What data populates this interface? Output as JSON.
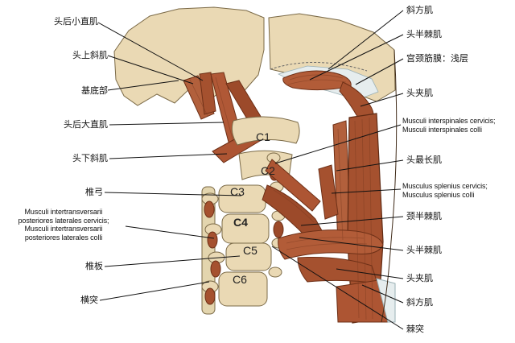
{
  "diagram": {
    "left_labels": [
      {
        "id": "rectus-capitis-posterior-minor",
        "text": "头后小直肌"
      },
      {
        "id": "obliquus-capitis-superior",
        "text": "头上斜肌"
      },
      {
        "id": "basilar-part",
        "text": "基底部"
      },
      {
        "id": "rectus-capitis-posterior-major",
        "text": "头后大直肌"
      },
      {
        "id": "obliquus-capitis-inferior",
        "text": "头下斜肌"
      },
      {
        "id": "vertebral-arch",
        "text": "椎弓"
      },
      {
        "id": "intertransversarii",
        "text": "Musculi intertransversarii\nposteriores laterales cervicis;\nMusculi intertransversarii\nposteriores laterales colli"
      },
      {
        "id": "lamina",
        "text": "椎板"
      },
      {
        "id": "transverse-process",
        "text": "横突"
      }
    ],
    "right_labels": [
      {
        "id": "trapezius-upper",
        "text": "斜方肌"
      },
      {
        "id": "semispinalis-capitis-upper",
        "text": "头半棘肌"
      },
      {
        "id": "cervical-fascia-superficial-layer",
        "text": "宫颈筋膜：浅层"
      },
      {
        "id": "splenius-capitis-upper",
        "text": "头夹肌"
      },
      {
        "id": "interspinales",
        "text": "Musculi interspinales cervicis;\nMusculi interspinales colli"
      },
      {
        "id": "longissimus-capitis",
        "text": "头最长肌"
      },
      {
        "id": "splenius-cervicis",
        "text": "Musculus splenius cervicis;\nMusculus splenius colli"
      },
      {
        "id": "semispinalis-cervicis",
        "text": "颈半棘肌"
      },
      {
        "id": "semispinalis-capitis-lower",
        "text": "头半棘肌"
      },
      {
        "id": "splenius-capitis-lower",
        "text": "头夹肌"
      },
      {
        "id": "trapezius-lower",
        "text": "斜方肌"
      },
      {
        "id": "spinous-process",
        "text": "棘突"
      }
    ],
    "vertebrae": [
      {
        "id": "c1",
        "text": "C1"
      },
      {
        "id": "c2",
        "text": "C2"
      },
      {
        "id": "c3",
        "text": "C3"
      },
      {
        "id": "c4",
        "text": "C4"
      },
      {
        "id": "c5",
        "text": "C5"
      },
      {
        "id": "c6",
        "text": "C6"
      }
    ],
    "colors": {
      "muscle_main": "#ad5535",
      "muscle_light": "#b2603c",
      "muscle_dark": "#9c4a2a",
      "bone": "#ead9b4",
      "fascia": "#e6edee",
      "leader_line": "#111111",
      "background": "#ffffff"
    }
  }
}
